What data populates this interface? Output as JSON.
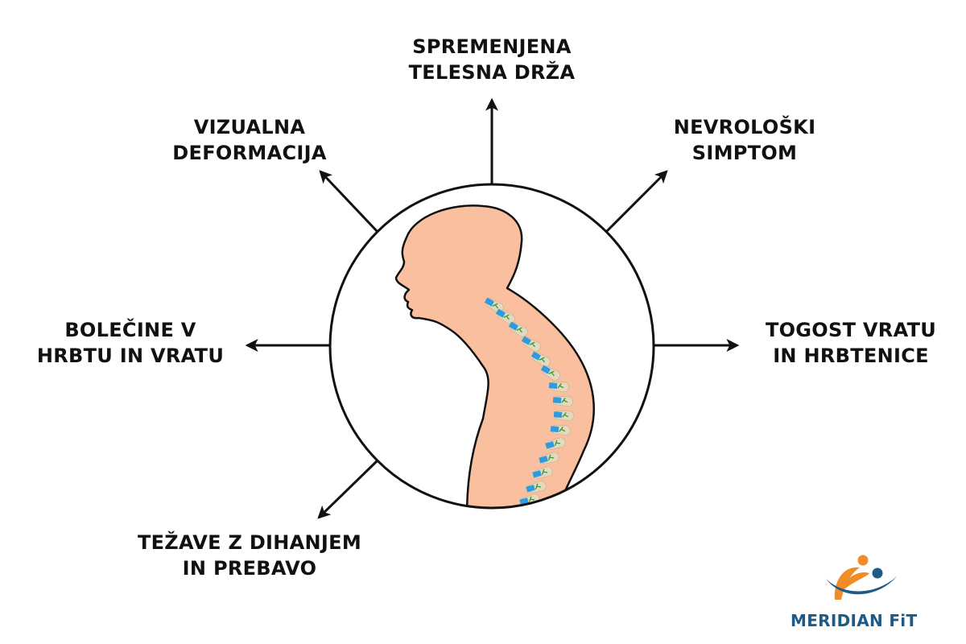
{
  "diagram": {
    "title": "Symptoms of spinal deformity",
    "center_illustration": "person-with-curved-spine",
    "symptoms": [
      {
        "id": "top",
        "direction": "up",
        "lines": [
          "SPREMENJENA",
          "TELESNA DRŽA"
        ]
      },
      {
        "id": "top-left",
        "direction": "up-left",
        "lines": [
          "VIZUALNA",
          "DEFORMACIJA"
        ]
      },
      {
        "id": "top-right",
        "direction": "up-right",
        "lines": [
          "NEVROLOŠKI",
          "SIMPTOM"
        ]
      },
      {
        "id": "left",
        "direction": "left",
        "lines": [
          "BOLEČINE V",
          "HRBTU IN VRATU"
        ]
      },
      {
        "id": "right",
        "direction": "right",
        "lines": [
          "TOGOST VRATU",
          "IN HRBTENICE"
        ]
      },
      {
        "id": "bottom-left",
        "direction": "down-left",
        "lines": [
          "TEŽAVE Z DIHANJEM",
          "IN PREBAVO"
        ]
      }
    ]
  },
  "brand": {
    "name": "MERIDIAN FiT",
    "logo_icon": "meridian-fit-logo-icon",
    "colors": {
      "primary": "#1d5a86",
      "accent": "#f28c28"
    }
  },
  "colors": {
    "skin": "#f9bf9f",
    "outline": "#111111",
    "vertebra_bone": "#e6d8bd",
    "vertebra_disc": "#2c9be0",
    "nerve": "#2e9a3a"
  }
}
